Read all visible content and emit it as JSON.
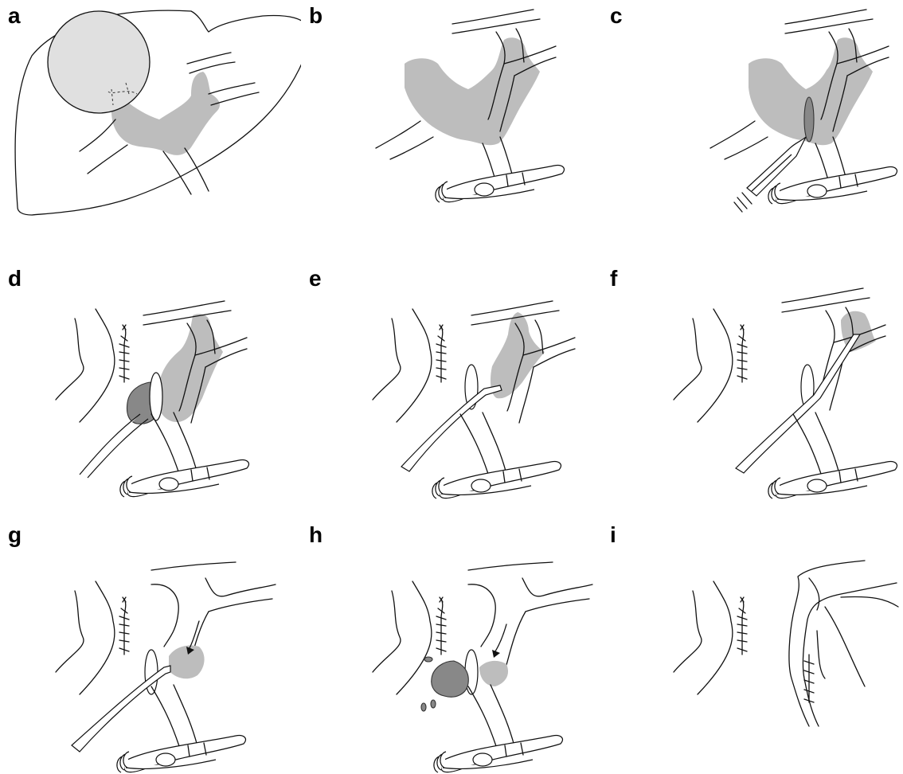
{
  "panels": [
    {
      "id": "a",
      "label": "a"
    },
    {
      "id": "b",
      "label": "b"
    },
    {
      "id": "c",
      "label": "c"
    },
    {
      "id": "d",
      "label": "d"
    },
    {
      "id": "e",
      "label": "e"
    },
    {
      "id": "f",
      "label": "f"
    },
    {
      "id": "g",
      "label": "g"
    },
    {
      "id": "h",
      "label": "h"
    },
    {
      "id": "i",
      "label": "i"
    }
  ],
  "colors": {
    "thrombus_light": "#bdbdbd",
    "thrombus_dark": "#888888",
    "line": "#111111",
    "background": "#ffffff"
  }
}
